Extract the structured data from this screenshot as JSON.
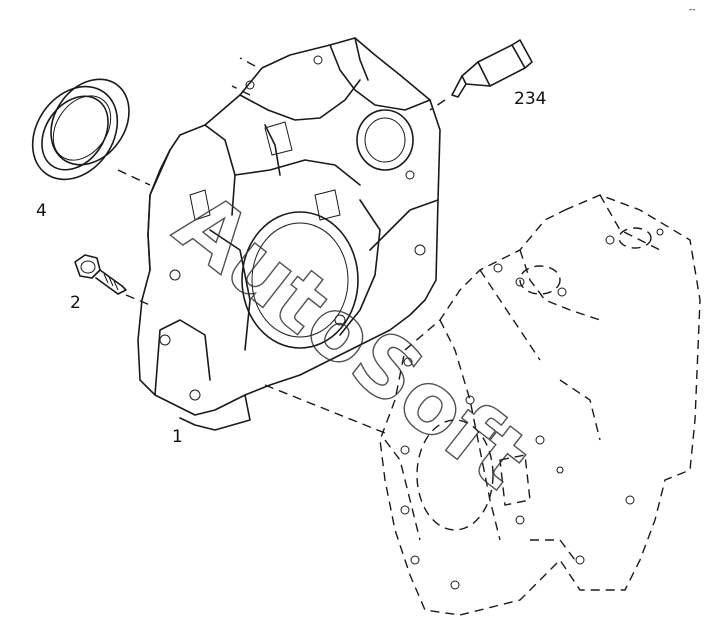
{
  "callouts": {
    "cover": "1",
    "bolt": "2",
    "seal": "4",
    "sealant": "234"
  },
  "watermark": "AutoSoft",
  "corner_mark": "‐‐"
}
